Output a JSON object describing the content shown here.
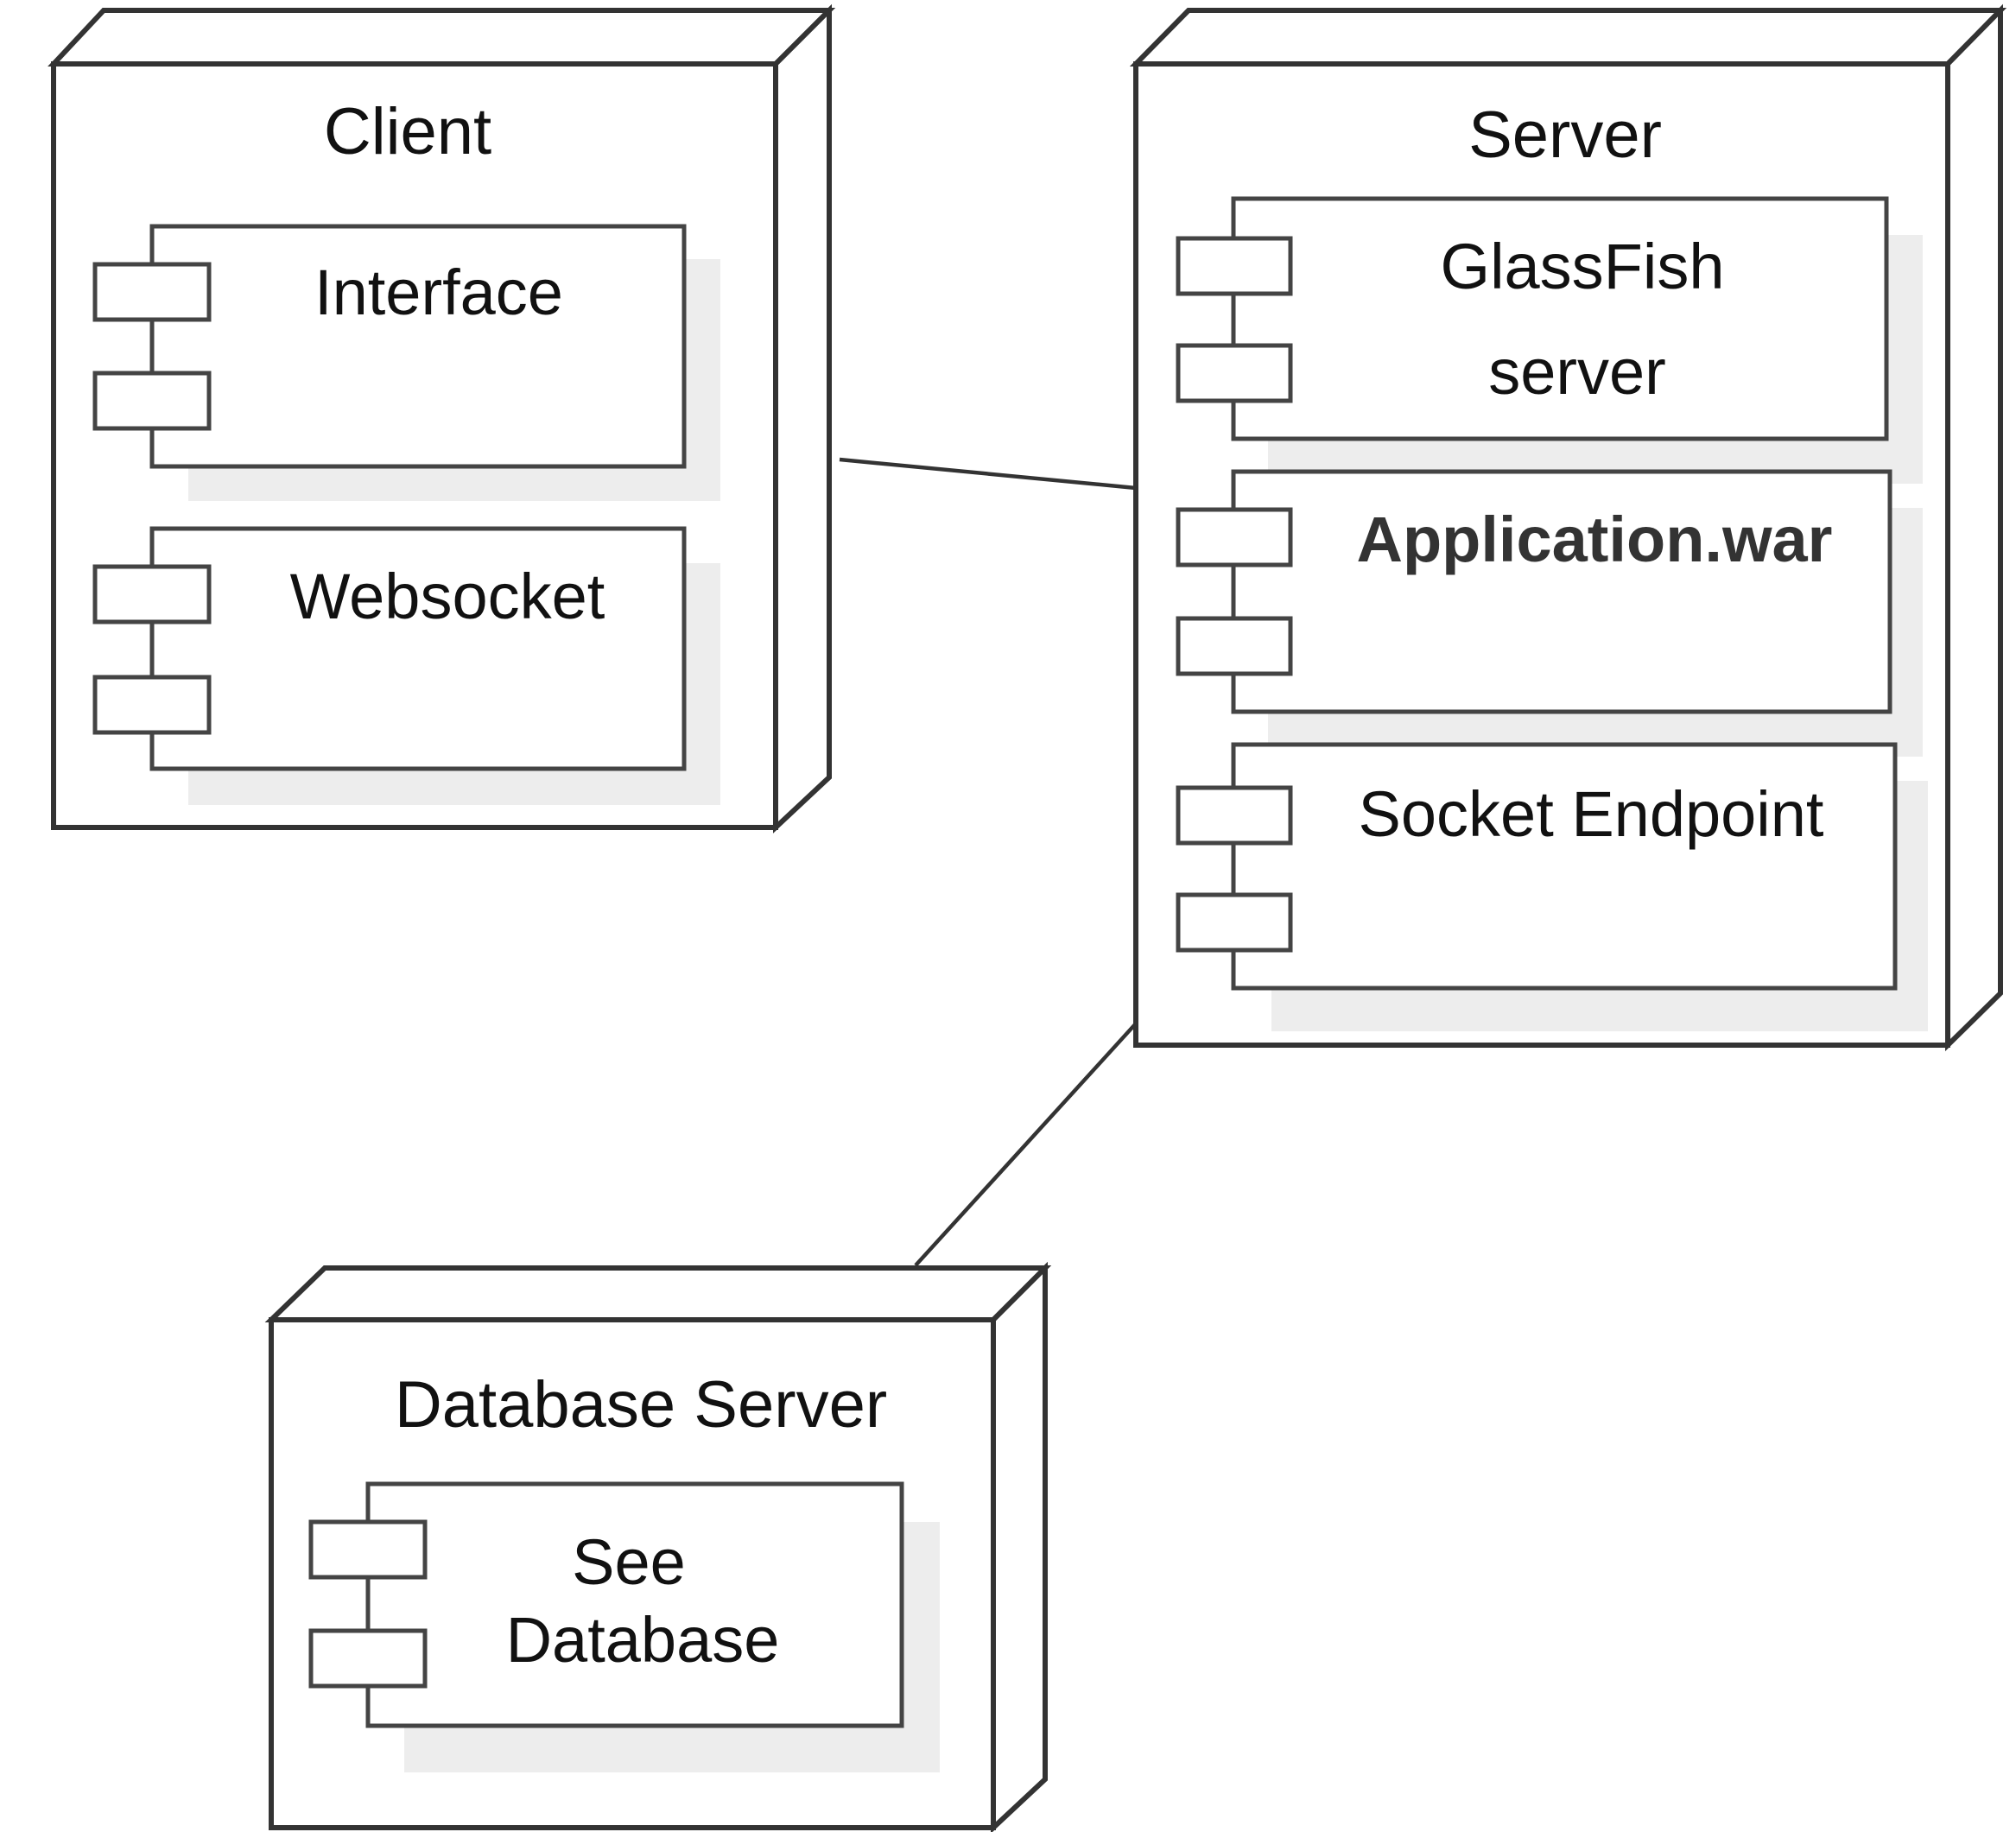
{
  "nodes": {
    "client": {
      "title": "Client",
      "components": {
        "interface": "Interface",
        "websocket": "Websocket"
      }
    },
    "server": {
      "title": "Server",
      "components": {
        "glassfish_line1": "GlassFish",
        "glassfish_line2": "server",
        "application": "Application.war",
        "socket_endpoint": "Socket Endpoint"
      }
    },
    "database_server": {
      "title": "Database Server",
      "components": {
        "see_database_line1": "See",
        "see_database_line2": "Database"
      }
    }
  },
  "connections": [
    {
      "from": "Client",
      "to": "Server"
    },
    {
      "from": "Server",
      "to": "Database Server"
    }
  ]
}
